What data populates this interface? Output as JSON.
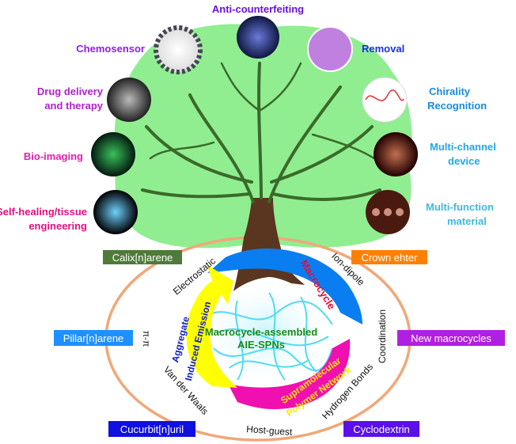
{
  "applications": {
    "anti_counterfeiting": "Anti-counterfeiting",
    "chemosensor": "Chemosensor",
    "removal": "Removal",
    "drug_delivery_1": "Drug delivery",
    "drug_delivery_2": "and therapy",
    "chirality_1": "Chirality",
    "chirality_2": "Recognition",
    "bio_imaging": "Bio-imaging",
    "multi_channel_1": "Multi-channel",
    "multi_channel_2": "device",
    "self_healing_1": "Self-healing/tissue",
    "self_healing_2": "engineering",
    "multi_function_1": "Multi-function",
    "multi_function_2": "material"
  },
  "macrocycles": {
    "calixarene": "Calix[n]arene",
    "crown_ether": "Crown ehter",
    "pillararene": "Pillar[n]arene",
    "new_macrocycles": "New macrocycles",
    "cucurbituril": "Cucurbit[n]uril",
    "cyclodextrin": "Cyclodextrin"
  },
  "interactions": {
    "electrostatic": "Electrostatic",
    "ion_dipole": "Ion-dipole",
    "coordination": "Coordination",
    "hydrogen_bonds": "Hydrogen Bonds",
    "host_guest": "Host-guest",
    "van_der_waals": "Van der Waals",
    "pi_pi": "π-π"
  },
  "cycle": {
    "macrocycle": "Macrocycle",
    "spn_1": "Supramolecular",
    "spn_2": "Polymer Network",
    "aie_1": "Aggregate",
    "aie_2": "Induced Emission"
  },
  "center": {
    "line1": "Macrocycle-assembled",
    "line2": "AIE-SPNs"
  },
  "colors": {
    "canopy": "#90ee90",
    "trunk": "#5a3520",
    "ring": "#f0a878",
    "arrow_macrocycle": "#0a7ef0",
    "arrow_spn": "#f010b0",
    "arrow_aie": "#ffff00",
    "calixarene": "#4e7a3a",
    "crown_ether": "#ff8000",
    "pillararene": "#1e90ff",
    "new_macrocycles": "#b020e0",
    "cucurbituril": "#1010e0",
    "cyclodextrin": "#5b10e8"
  }
}
